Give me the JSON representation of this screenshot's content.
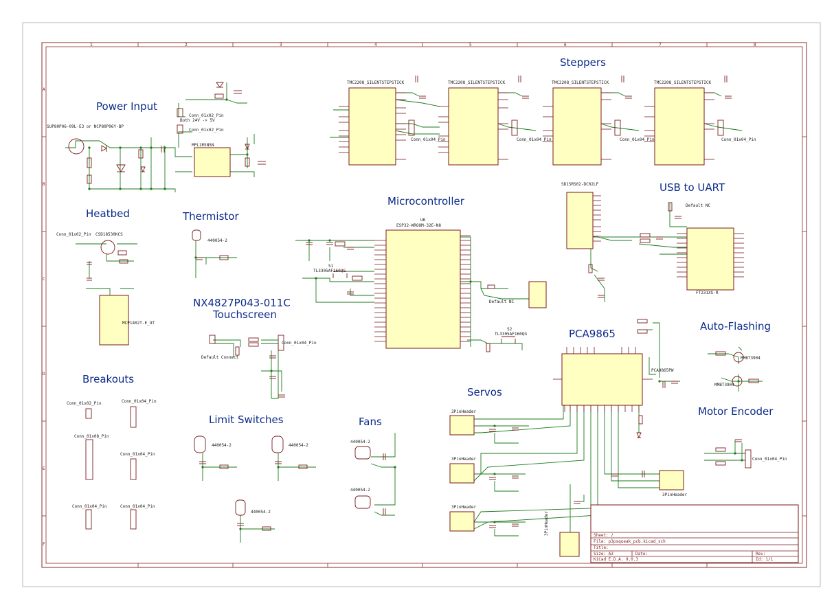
{
  "titles": {
    "steppers": "Steppers",
    "power_input": "Power Input",
    "usb_to_uart": "USB to UART",
    "microcontroller": "Microcontroller",
    "heatbed": "Heatbed",
    "thermistor": "Thermistor",
    "touchscreen_1": "NX4827P043-011C",
    "touchscreen_2": "Touchscreen",
    "auto_flashing": "Auto-Flashing",
    "pca": "PCA9865",
    "servos": "Servos",
    "breakouts": "Breakouts",
    "limit_switches": "Limit Switches",
    "fans": "Fans",
    "motor_encoder": "Motor Encoder"
  },
  "chips": {
    "u4": "TMC2208_SILENTSTEPSTICK",
    "u5": "TMC2208_SILENTSTEPSTICK",
    "u7": "TMC2208_SILENTSTEPSTICK",
    "u9": "TMC2208_SILENTSTEPSTICK",
    "u6_name": "U6",
    "u6": "ESP32-WROOM-32E-N8",
    "u10": "FT231XS-R",
    "u8": "PCA9865PW",
    "u2": "MCP1402T-E_OT",
    "u3": "MPL1R5N5N",
    "j25": "SD1SRS02-DC02LF",
    "q1": "CSD18530KCS",
    "u1": "SUP80P06-09L-E3 or NCP80P06Y-BP"
  },
  "labels": {
    "j9": "Conn_01x02_Pin",
    "j9b": "Both 24V -> 5V",
    "j10": "Conn_01x02_Pin",
    "j18": "Conn_01x04_Pin",
    "j22": "Conn_01x04_Pin",
    "j26": "Conn_01x04_Pin",
    "j28": "Conn_01x04_Pin",
    "j14": "Conn_01x04_Pin",
    "j14note": "Default Connect",
    "j21note": "Default NC",
    "j27note": "Default NC",
    "j2": "Conn_01x02_Pin",
    "j11": "440054-2",
    "j12": "440054-2",
    "j15": "440054-2",
    "j13": "440054-2",
    "j16": "440054-2",
    "j17": "440054-2",
    "j19": "3PinHeader",
    "j20": "3PinHeader",
    "j21": "3PinHeader",
    "j27": "3PinHeader",
    "j24": "3PinHeader",
    "j29": "Conn_01x04_Pin",
    "j5": "Conn_01x02_Pin",
    "j6": "Conn_01x04_Pin",
    "j3": "Conn_01x08_Pin",
    "j7": "Conn_01x04_Pin",
    "j4": "Conn_01x04_Pin",
    "j8": "Conn_01x04_Pin",
    "tl1": "TL3305AF160QG",
    "tl2": "TL3305AF160QG",
    "mmbt1": "MMBT3904",
    "mmbt2": "MMBT3904",
    "s1": "S1",
    "s2": "S2"
  },
  "title_block": {
    "sheet": "Sheet: /",
    "file": "File: p3psqueak_pcb.kicad_sch",
    "title": "Title:",
    "size": "Size: A3",
    "date": "Date:",
    "rev": "Rev:",
    "tool": "KiCad E.D.A. 9.0.3",
    "id": "Id: 1/1"
  },
  "border": {
    "cols": [
      "1",
      "2",
      "3",
      "4",
      "5",
      "6",
      "7",
      "8"
    ],
    "rows": [
      "A",
      "B",
      "C",
      "D",
      "E",
      "F"
    ]
  },
  "colors": {
    "wire": "#1a7a1a",
    "part": "#7a1a1a",
    "fill": "#ffffc2",
    "title": "#0b2a8a"
  }
}
